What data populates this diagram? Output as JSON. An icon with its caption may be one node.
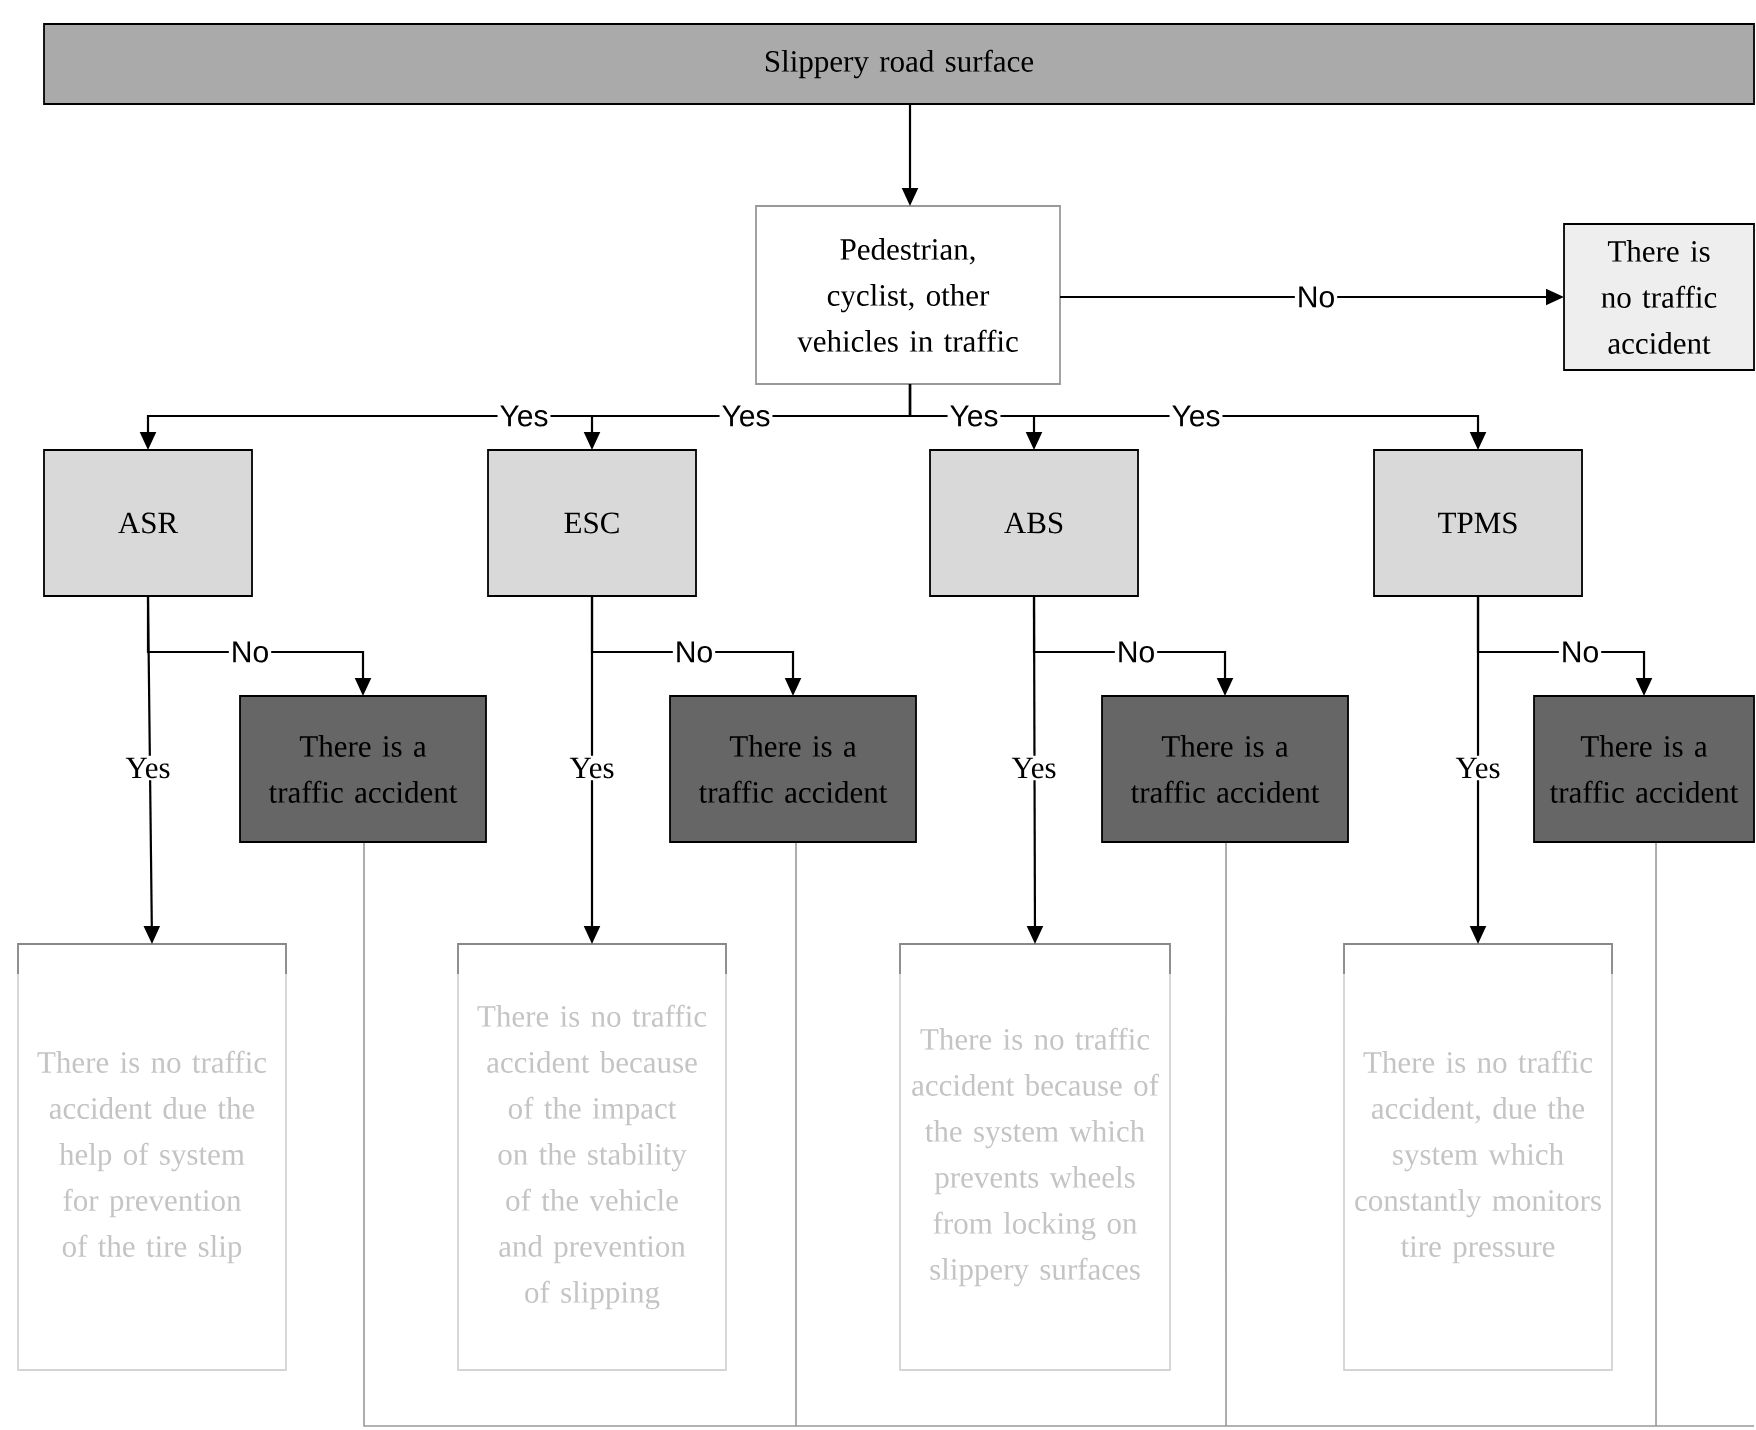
{
  "diagram": {
    "nodes": [
      {
        "text": [
          "Slippery  road surface"
        ]
      },
      {
        "text": [
          "Pedestrian, cyclist, other vehicles in traffic"
        ]
      },
      {
        "text": [
          "There is no traffic accident"
        ]
      },
      {
        "text": [
          "ASR"
        ]
      },
      {
        "text": [
          "ESC"
        ]
      },
      {
        "text": [
          "ABS"
        ]
      },
      {
        "text": [
          "TPMS"
        ]
      },
      {
        "text": [
          "There is a traffic accident"
        ]
      },
      {
        "text": [
          "There is a traffic accident"
        ]
      },
      {
        "text": [
          "There is a traffic accident"
        ]
      },
      {
        "text": [
          "There is a traffic accident"
        ]
      },
      {
        "text": [
          "There is no traffic accident due the help of system for prevention of the tire slip"
        ]
      },
      {
        "text": [
          "There is no traffic accident because of the impact  on the stability of the vehicle and prevention of slipping"
        ]
      },
      {
        "text": [
          "There is no traffic accident because of the system which prevents wheels from locking on slippery surfaces"
        ]
      },
      {
        "text": [
          "There is no traffic accident, due the system which constantly monitors tire pressure"
        ]
      }
    ],
    "edges": [
      {
        "from": 0,
        "to": 1,
        "arrow": "to"
      },
      {
        "from": 1,
        "to": 2,
        "arrow": "to",
        "label": "No"
      },
      {
        "from": 1,
        "to": 3,
        "arrow": "to",
        "label": "Yes"
      },
      {
        "from": 1,
        "to": 4,
        "arrow": "to",
        "label": "Yes"
      },
      {
        "from": 1,
        "to": 5,
        "arrow": "to",
        "label": "Yes"
      },
      {
        "from": 1,
        "to": 6,
        "arrow": "to",
        "label": "Yes"
      },
      {
        "from": 3,
        "to": 7,
        "arrow": "to",
        "label": "No"
      },
      {
        "from": 3,
        "to": 11,
        "arrow": "to",
        "label": "Yes"
      },
      {
        "from": 4,
        "to": 8,
        "arrow": "to",
        "label": "No"
      },
      {
        "from": 4,
        "to": 12,
        "arrow": "to",
        "label": "Yes"
      },
      {
        "from": 5,
        "to": 9,
        "arrow": "to",
        "label": "No"
      },
      {
        "from": 5,
        "to": 13,
        "arrow": "to",
        "label": "Yes"
      },
      {
        "from": 6,
        "to": 10,
        "arrow": "to",
        "label": "No"
      },
      {
        "from": 6,
        "to": 14,
        "arrow": "to",
        "label": "Yes"
      }
    ]
  }
}
